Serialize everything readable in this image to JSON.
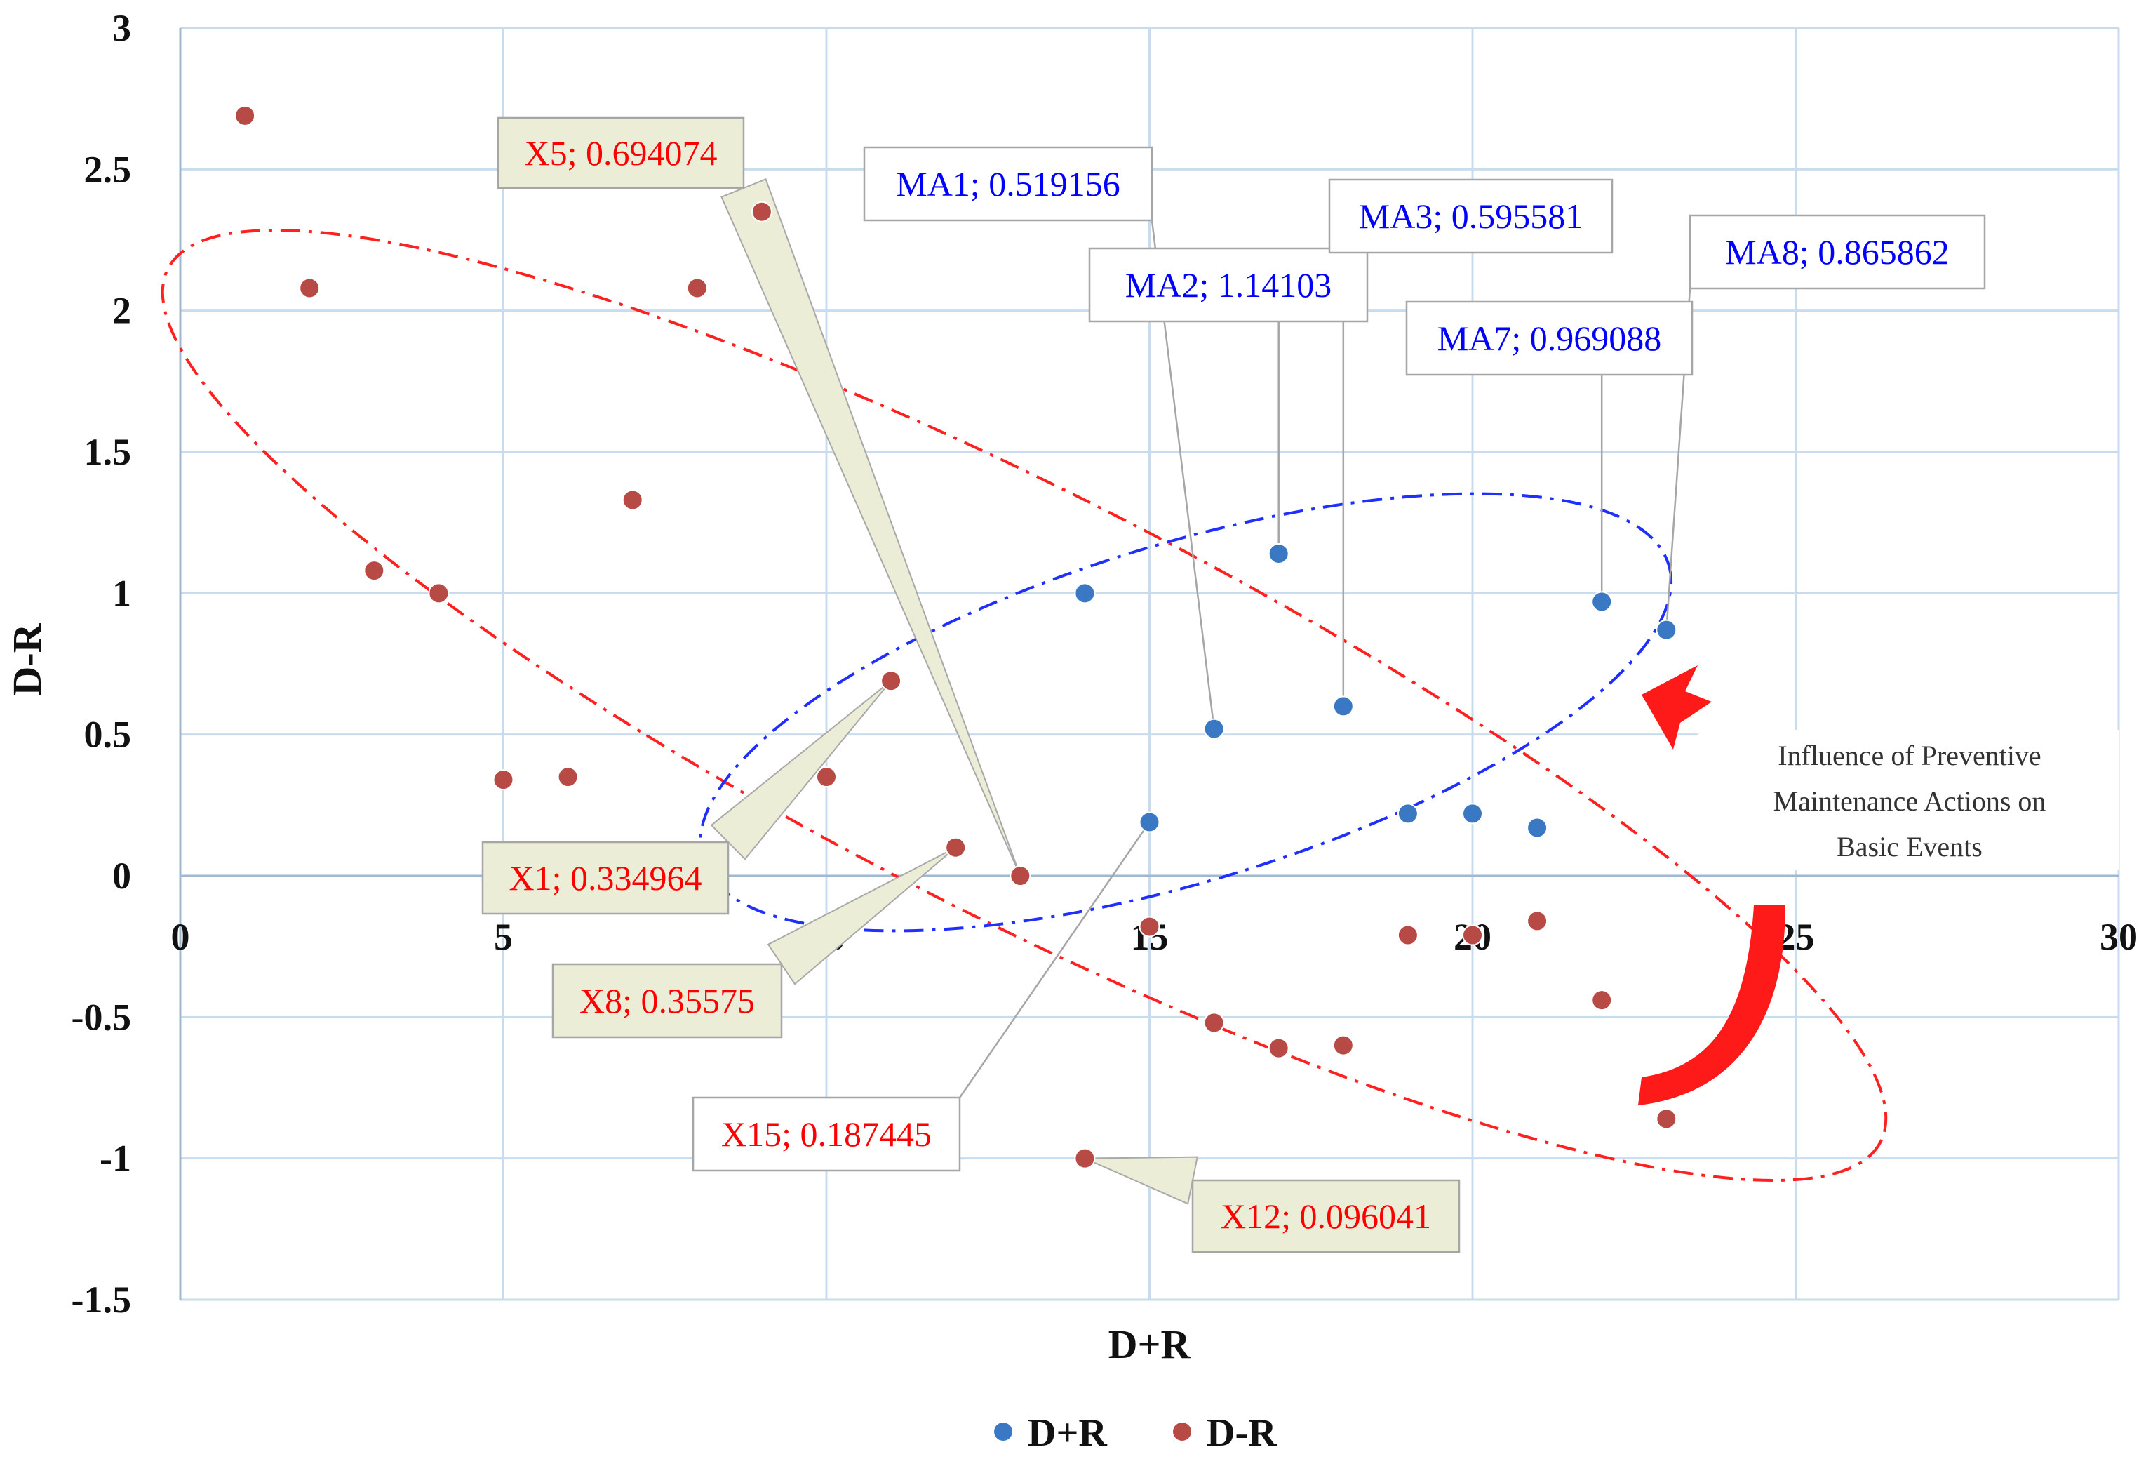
{
  "chart_data": {
    "type": "scatter",
    "xlabel": "D+R",
    "ylabel": "D-R",
    "xlim": [
      0,
      30
    ],
    "ylim": [
      -1.5,
      3
    ],
    "x_ticks": [
      "0",
      "5",
      "10",
      "15",
      "20",
      "25",
      "30"
    ],
    "y_ticks": [
      "3",
      "2.5",
      "2",
      "1.5",
      "1",
      "0.5",
      "0",
      "-0.5",
      "-1",
      "-1.5"
    ],
    "grid": true,
    "legend_position": "bottom",
    "series": [
      {
        "name": "D+R",
        "color": "#3b78c3",
        "points": [
          {
            "x": 14,
            "y": 1.0
          },
          {
            "x": 15,
            "y": 0.19
          },
          {
            "x": 16,
            "y": 0.52
          },
          {
            "x": 17,
            "y": 1.14
          },
          {
            "x": 18,
            "y": 0.6
          },
          {
            "x": 19,
            "y": 0.22
          },
          {
            "x": 20,
            "y": 0.22
          },
          {
            "x": 21,
            "y": 0.17
          },
          {
            "x": 22,
            "y": 0.97
          },
          {
            "x": 23,
            "y": 0.87
          }
        ]
      },
      {
        "name": "D-R",
        "color": "#b84a46",
        "points": [
          {
            "x": 1,
            "y": 2.69
          },
          {
            "x": 2,
            "y": 2.08
          },
          {
            "x": 3,
            "y": 1.08
          },
          {
            "x": 4,
            "y": 1.0
          },
          {
            "x": 5,
            "y": 0.34
          },
          {
            "x": 6,
            "y": 0.35
          },
          {
            "x": 7,
            "y": 1.33
          },
          {
            "x": 8,
            "y": 2.08
          },
          {
            "x": 9,
            "y": 2.35
          },
          {
            "x": 10,
            "y": 0.35
          },
          {
            "x": 11,
            "y": 0.69
          },
          {
            "x": 12,
            "y": 0.1
          },
          {
            "x": 13,
            "y": 0.0
          },
          {
            "x": 14,
            "y": -1.0
          },
          {
            "x": 15,
            "y": -0.18
          },
          {
            "x": 16,
            "y": -0.52
          },
          {
            "x": 17,
            "y": -0.61
          },
          {
            "x": 18,
            "y": -0.6
          },
          {
            "x": 19,
            "y": -0.21
          },
          {
            "x": 20,
            "y": -0.21
          },
          {
            "x": 21,
            "y": -0.16
          },
          {
            "x": 22,
            "y": -0.44
          },
          {
            "x": 23,
            "y": -0.86
          }
        ]
      }
    ],
    "annotations": [
      {
        "text": "X5; 0.694074",
        "color": "#ff0000",
        "fill": "#ecedd6",
        "target": {
          "x": 13,
          "y": 0.0
        }
      },
      {
        "text": "MA1; 0.519156",
        "color": "#0000ff",
        "fill": "#ffffff",
        "target": {
          "x": 16,
          "y": 0.52
        }
      },
      {
        "text": "MA2; 1.14103",
        "color": "#0000ff",
        "fill": "#ffffff",
        "target": {
          "x": 17,
          "y": 1.14
        }
      },
      {
        "text": "MA3; 0.595581",
        "color": "#0000ff",
        "fill": "#ffffff",
        "target": {
          "x": 18,
          "y": 0.6
        }
      },
      {
        "text": "MA7; 0.969088",
        "color": "#0000ff",
        "fill": "#ffffff",
        "target": {
          "x": 22,
          "y": 0.97
        }
      },
      {
        "text": "MA8; 0.865862",
        "color": "#0000ff",
        "fill": "#ffffff",
        "target": {
          "x": 23,
          "y": 0.87
        }
      },
      {
        "text": "X1; 0.334964",
        "color": "#ff0000",
        "fill": "#ecedd6",
        "target": {
          "x": 11,
          "y": 0.69
        }
      },
      {
        "text": "X8; 0.35575",
        "color": "#ff0000",
        "fill": "#ecedd6",
        "target": {
          "x": 12,
          "y": 0.1
        }
      },
      {
        "text": "X15; 0.187445",
        "color": "#ff0000",
        "fill": "#ffffff",
        "target": {
          "x": 15,
          "y": 0.19
        }
      },
      {
        "text": "X12; 0.096041",
        "color": "#ff0000",
        "fill": "#ecedd6",
        "target": {
          "x": 14,
          "y": -1.0
        }
      }
    ],
    "note": [
      "Influence of Preventive",
      "Maintenance Actions on",
      "Basic Events"
    ]
  }
}
